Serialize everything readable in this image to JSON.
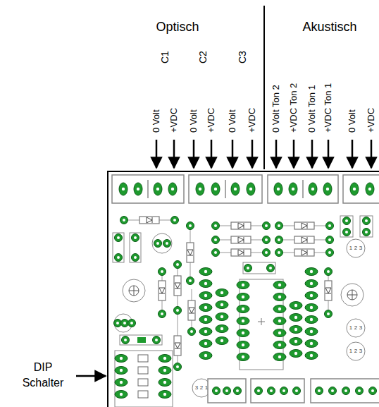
{
  "diagram": {
    "labels": [
      "Optisch",
      "Akustisch",
      "C1",
      "C2",
      "C3",
      "0 Volt",
      "+VDC",
      "0 Volt",
      "+VDC",
      "0 Volt",
      "+VDC",
      "0 Volt Ton 2",
      "+VDC Ton 2",
      "0 Volt Ton 1",
      "+VDC Ton 1",
      "0 Volt",
      "+VDC",
      "DIP Schalter",
      "1",
      "2",
      "3",
      "1",
      "2",
      "3",
      "1",
      "2",
      "3",
      "3",
      "2",
      "1"
    ]
  }
}
